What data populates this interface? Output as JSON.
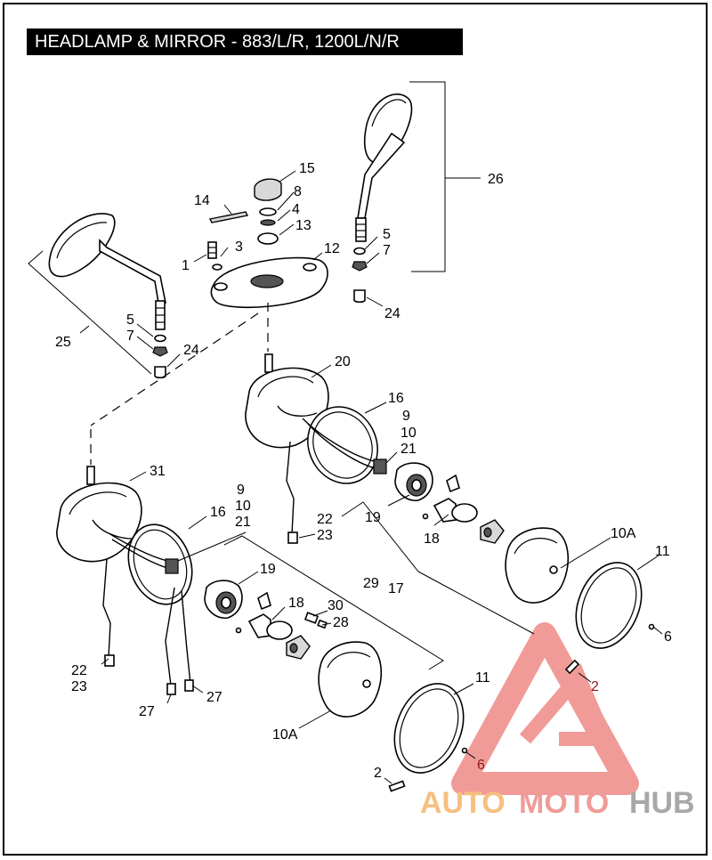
{
  "title": "HEADLAMP & MIRROR - 883/L/R, 1200L/N/R",
  "callouts": {
    "c1": "1",
    "c2a": "2",
    "c2b": "2",
    "c3": "3",
    "c4": "4",
    "c5a": "5",
    "c5b": "5",
    "c6a": "6",
    "c6b": "6",
    "c7a": "7",
    "c7b": "7",
    "c8": "8",
    "c9a": "9",
    "c9b": "9",
    "c10a": "10",
    "c10b": "10",
    "c10Aa": "10A",
    "c10Ab": "10A",
    "c11a": "11",
    "c11b": "11",
    "c12": "12",
    "c13": "13",
    "c14": "14",
    "c15": "15",
    "c16a": "16",
    "c16b": "16",
    "c17": "17",
    "c18a": "18",
    "c18b": "18",
    "c19a": "19",
    "c19b": "19",
    "c20": "20",
    "c21a": "21",
    "c21b": "21",
    "c22a": "22",
    "c22b": "22",
    "c23a": "23",
    "c23b": "23",
    "c24a": "24",
    "c24b": "24",
    "c25": "25",
    "c26": "26",
    "c27a": "27",
    "c27b": "27",
    "c28": "28",
    "c29": "29",
    "c30": "30",
    "c31": "31"
  },
  "watermark": {
    "part1": "AUTO",
    "part2": "MOTO",
    "part3": "HUB",
    "color_orange": "#f5b46a",
    "color_red": "#ee8a86",
    "color_gray": "#9a9a9a"
  }
}
